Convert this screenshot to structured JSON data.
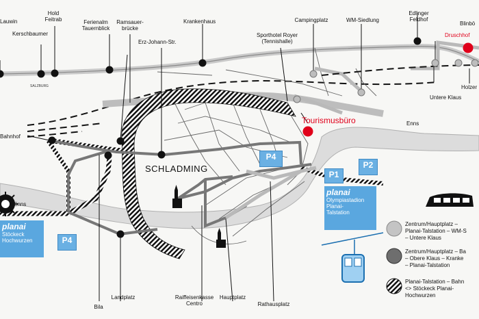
{
  "stops": {
    "lauwin": "Lauwin",
    "kerschbaumer": "Kerschbaumer",
    "hold_feitrab": "Hold\nFeitrab",
    "ferienalm": "Ferienalm\nTauernblick",
    "ramsauerbruecke": "Ramsauer-\nbrücke",
    "krankenhaus": "Krankenhaus",
    "campingplatz": "Campingplatz",
    "wm_siedlung": "WM-Siedlung",
    "edlinger": "Edlinger\nFeldhof",
    "druschhof": "Druschhof",
    "blinboer": "Blinbö",
    "sporthotel": "Sporthotel Royer\n(Tennishalle)",
    "erz_johann": "Erz-Johann-Str.",
    "tourismusburo": "Tourismusbüro",
    "enns_e": "Enns",
    "untere_klaus": "Untere Klaus",
    "holzer": "Holzer",
    "bahnhof": "Bahnhof",
    "schladming": "SCHLADMING",
    "enns_w": "Enns",
    "bila": "Bila",
    "landplatz": "Landplatz",
    "raiffeisen": "Raiffeisenkasse\nCentro",
    "hauptplatz": "Hauptplatz",
    "rathausplatz": "Rathausplatz",
    "salzburg": "SALZBURG"
  },
  "parking": {
    "p4_center": "P4",
    "p2": "P2",
    "p1": "P1",
    "p4_west": "P4"
  },
  "planai_east": {
    "logo": "planai",
    "text": "Olympiastadion\nPlanai-\nTalstation"
  },
  "planai_west": {
    "logo": "planai",
    "text": "Stöckeck\nHochwurzen"
  },
  "legend": [
    {
      "text": "Zentrum/Hauptplatz –\nPlanai-Talstation – WM-S\n– Untere Klaus",
      "color": "#c4c4c4"
    },
    {
      "text": "Zentrum/Hauptplatz – Ba\n– Obere Klaus – Kranke\n– Planai-Talstation",
      "color": "#6e6e6e"
    },
    {
      "text": "Planai-Talstation – Bahn\n<> Stöckeck Planai-\nHochwurzen",
      "color": "#222222"
    }
  ]
}
